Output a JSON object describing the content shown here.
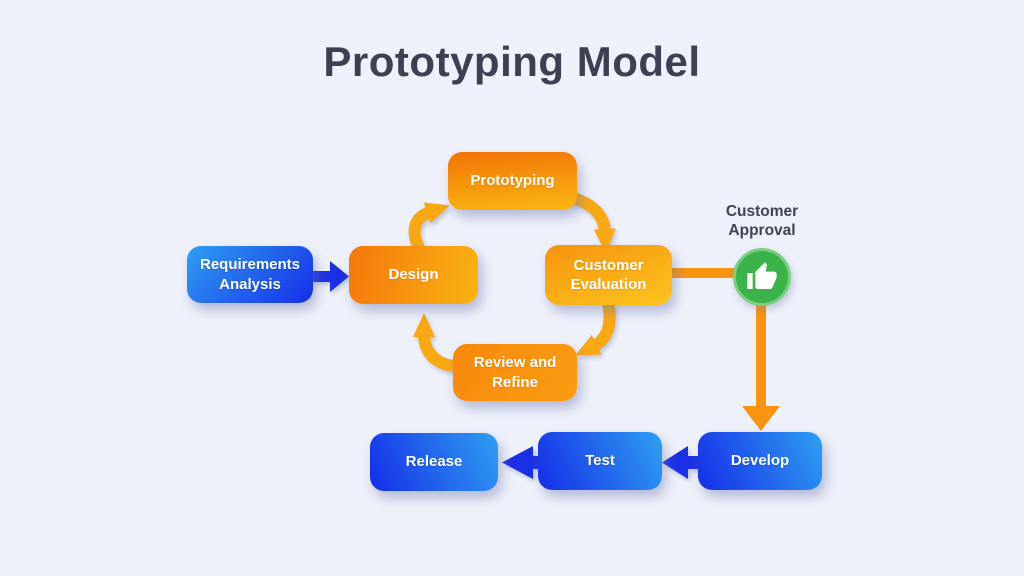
{
  "title": "Prototyping Model",
  "nodes": {
    "requirements": {
      "label": "Requirements\nAnalysis"
    },
    "design": {
      "label": "Design"
    },
    "prototyping": {
      "label": "Prototyping"
    },
    "customer_evaluation": {
      "label": "Customer\nEvaluation"
    },
    "review_refine": {
      "label": "Review and\nRefine"
    },
    "develop": {
      "label": "Develop"
    },
    "test": {
      "label": "Test"
    },
    "release": {
      "label": "Release"
    }
  },
  "annotations": {
    "customer_approval": {
      "label": "Customer\nApproval",
      "icon": "thumbs-up-icon"
    }
  },
  "flows": [
    {
      "from": "Requirements Analysis",
      "to": "Design"
    },
    {
      "from": "Design",
      "to": "Prototyping"
    },
    {
      "from": "Prototyping",
      "to": "Customer Evaluation"
    },
    {
      "from": "Customer Evaluation",
      "to": "Review and Refine"
    },
    {
      "from": "Review and Refine",
      "to": "Design"
    },
    {
      "from": "Customer Evaluation",
      "to": "Develop",
      "via": "Customer Approval"
    },
    {
      "from": "Develop",
      "to": "Test"
    },
    {
      "from": "Test",
      "to": "Release"
    }
  ],
  "colors": {
    "bg": "#eff1fa",
    "title_text": "#3b4152",
    "label_text": "#3e4453",
    "box_text": "#ffffff",
    "blue_light": "#2f9ff2",
    "blue_dark": "#1733e8",
    "design_start": "#f5770b",
    "design_end": "#f9b313",
    "proto_start": "#f07306",
    "proto_end": "#fbb713",
    "ce_start": "#f6930e",
    "ce_end": "#fcc51e",
    "rr_start": "#f8880b",
    "rr_end": "#fa9d12",
    "cycle_arrow": "#f7a813",
    "connector": "#f79410",
    "blue_arrow": "#1b2fe4",
    "approval_green": "#3cb24a",
    "approval_rim": "#7ccf82"
  }
}
